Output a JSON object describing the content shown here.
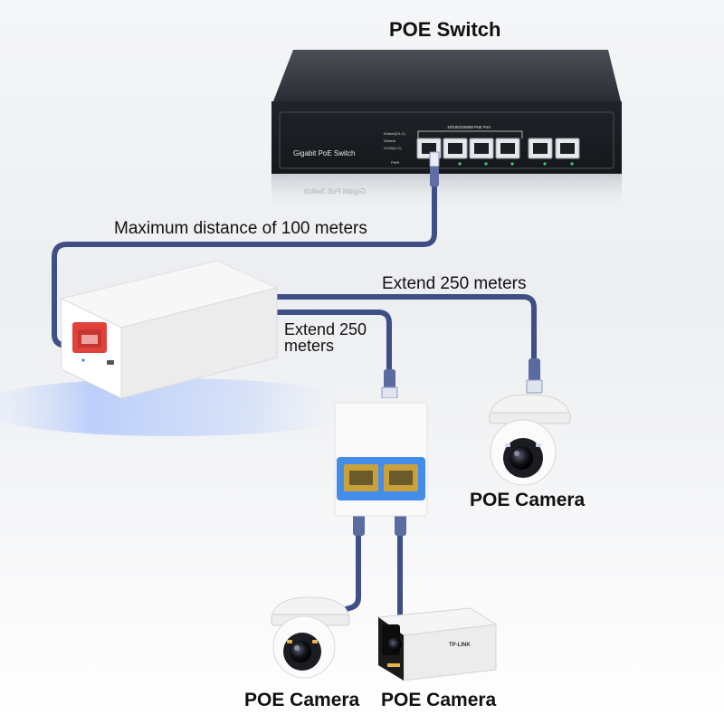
{
  "title": "POE Switch",
  "switch": {
    "model_label": "Gigabit PoE Switch",
    "port_group_label": "10/100/1000M PoE Port",
    "mode_labels": [
      "Extend(10-C)",
      "Default",
      "VLAN(1-C)"
    ],
    "indicator_label": "PWR"
  },
  "labels": {
    "max_distance": "Maximum distance of 100 meters",
    "extend_right": "Extend 250 meters",
    "extend_center": "Extend 250 meters"
  },
  "cameras": [
    {
      "label": "POE Camera",
      "type": "dome"
    },
    {
      "label": "POE Camera",
      "type": "dome"
    },
    {
      "label": "POE Camera",
      "type": "bullet",
      "brand": "TP-LINK"
    }
  ],
  "colors": {
    "cable": "#3f4f86",
    "connector": "#7f8fb8",
    "extender_port_red": "#e0413a",
    "splitter_glow": "#2f7fe8",
    "switch_body": "#2c2f35"
  }
}
